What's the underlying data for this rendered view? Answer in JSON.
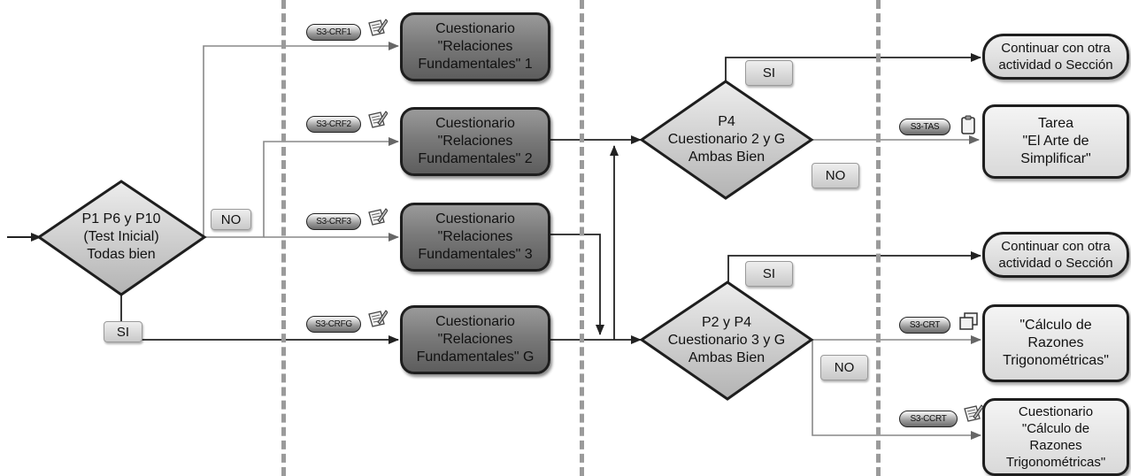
{
  "nodes": {
    "decision1": "P1 P6 y P10\n(Test Inicial)\nTodas bien",
    "quiz1": "Cuestionario\n\"Relaciones\nFundamentales\" 1",
    "quiz2": "Cuestionario\n\"Relaciones\nFundamentales\" 2",
    "quiz3": "Cuestionario\n\"Relaciones\nFundamentales\" 3",
    "quizG": "Cuestionario\n\"Relaciones\nFundamentales\" G",
    "decision2": "P4\nCuestionario 2 y G\nAmbas Bien",
    "decision3": "P2 y P4\nCuestionario 3 y G\nAmbas Bien",
    "continue1": "Continuar con otra\nactividad o Sección",
    "continue2": "Continuar con otra\nactividad o Sección",
    "task": "Tarea\n\"El Arte de\nSimplificar\"",
    "calc": "\"Cálculo de\nRazones\nTrigonométricas\"",
    "quizCalc": "Cuestionario\n\"Cálculo de\nRazones\nTrigonométricas\""
  },
  "edge_labels": {
    "no1": "NO",
    "si1": "SI",
    "si2": "SI",
    "no2": "NO",
    "si3": "SI",
    "no3": "NO"
  },
  "tags": {
    "crf1": "S3-CRF1",
    "crf2": "S3-CRF2",
    "crf3": "S3-CRF3",
    "crfg": "S3-CRFG",
    "tas": "S3-TAS",
    "crt": "S3-CRT",
    "ccrt": "S3-CCRT"
  },
  "icons": {
    "crf1": "quiz-icon",
    "crf2": "quiz-icon",
    "crf3": "quiz-icon",
    "crfg": "quiz-icon",
    "tas": "clipboard-icon",
    "crt": "pages-icon",
    "ccrt": "quiz-icon"
  }
}
